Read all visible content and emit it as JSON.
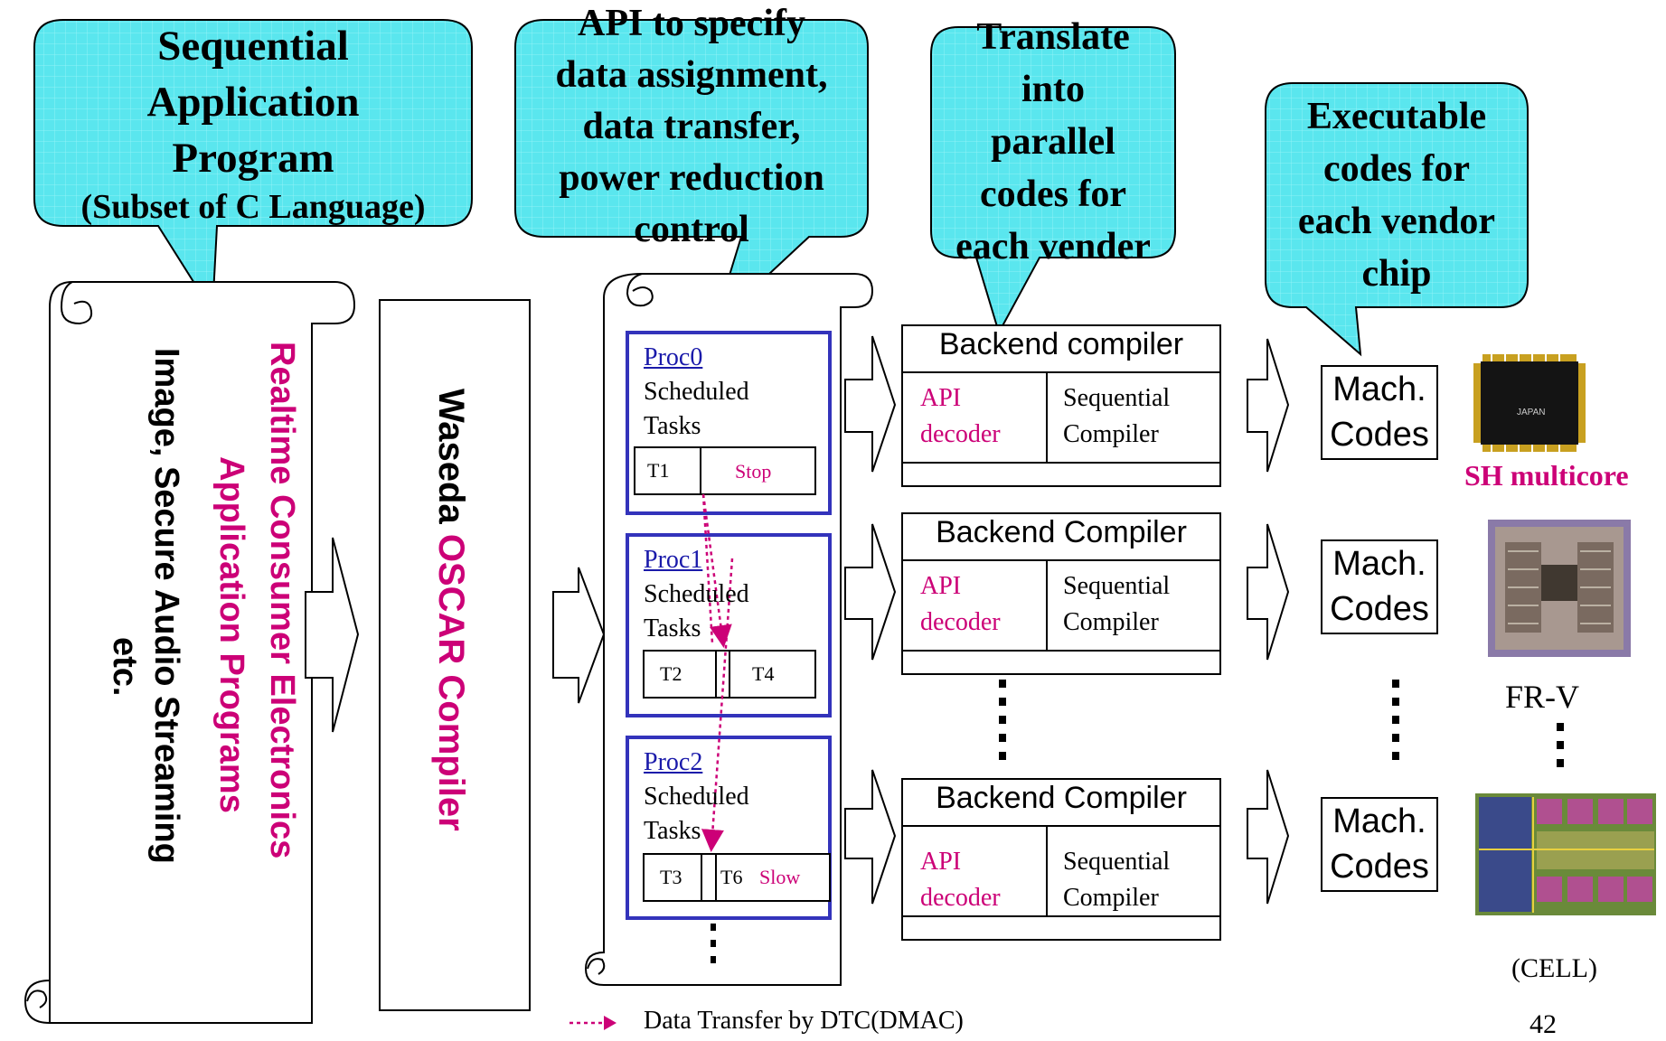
{
  "callouts": {
    "c1": {
      "lines": [
        "Sequential",
        "Application",
        "Program"
      ],
      "sub": "(Subset of C Language)"
    },
    "c2": {
      "lines": [
        "API to specify",
        "data assignment,",
        "data transfer,",
        "power reduction",
        "control"
      ]
    },
    "c3": {
      "lines": [
        "Translate",
        "into",
        "parallel",
        "codes for",
        "each vender"
      ]
    },
    "c4": {
      "lines": [
        "Executable",
        "codes for",
        "each vendor",
        "chip"
      ]
    }
  },
  "scroll1": {
    "line_magenta_1": "Realtime Consumer Electronics",
    "line_magenta_2": "Application Programs",
    "line_black_1": "Image, Secure Audio Streaming",
    "line_black_2": "etc."
  },
  "compiler": {
    "prefix": "Waseda ",
    "name": "OSCAR Compiler"
  },
  "procs": [
    {
      "name": "Proc0",
      "label1": "Scheduled",
      "label2": "Tasks",
      "cells": [
        "T1",
        "Stop"
      ]
    },
    {
      "name": "Proc1",
      "label1": "Scheduled",
      "label2": "Tasks",
      "cells": [
        "T2",
        "T4"
      ]
    },
    {
      "name": "Proc2",
      "label1": "Scheduled",
      "label2": "Tasks",
      "cells": [
        "T3",
        "T6",
        "Slow"
      ]
    }
  ],
  "backends": [
    {
      "title": "Backend compiler",
      "api1": "API",
      "api2": "decoder",
      "seq1": "Sequential",
      "seq2": "Compiler"
    },
    {
      "title": "Backend Compiler",
      "api1": "API",
      "api2": "decoder",
      "seq1": "Sequential",
      "seq2": "Compiler"
    },
    {
      "title": "Backend Compiler",
      "api1": "API",
      "api2": "decoder",
      "seq1": "Sequential",
      "seq2": "Compiler"
    }
  ],
  "mach_codes": [
    {
      "l1": "Mach.",
      "l2": "Codes"
    },
    {
      "l1": "Mach.",
      "l2": "Codes"
    },
    {
      "l1": "Mach.",
      "l2": "Codes"
    }
  ],
  "chips": {
    "sh_label": "SH multicore",
    "sh_marking": "JAPAN",
    "frv_label": "FR-V",
    "cell_label": "(CELL)"
  },
  "legend": {
    "text": "Data Transfer by DTC(DMAC)"
  },
  "page_number": "42",
  "colors": {
    "callout_fill": "#5ae6ee",
    "magenta": "#cc0077",
    "proc_border": "#3333bb",
    "link_blue": "#1a1aaa"
  }
}
